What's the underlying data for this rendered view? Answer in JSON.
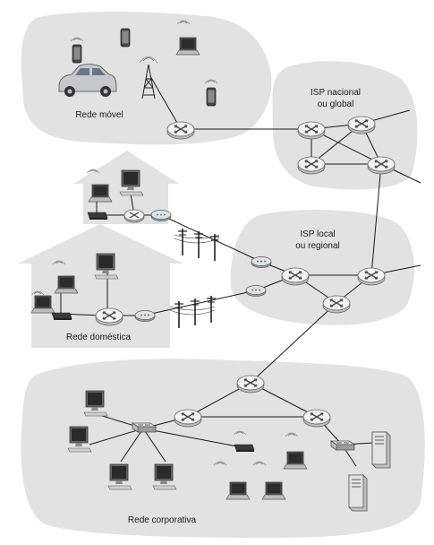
{
  "labels": {
    "mobile": "Rede móvel",
    "isp_national_1": "ISP nacional",
    "isp_national_2": "ou global",
    "isp_local_1": "ISP local",
    "isp_local_2": "ou regional",
    "home": "Rede doméstica",
    "corporate": "Rede corporativa"
  },
  "colors": {
    "cloud": "#e2e2e2",
    "house": "#e2e2e2",
    "router_fill": "#eeeeee",
    "router_stroke": "#555555",
    "link": "#1a1a1a",
    "car": "#c5c9ce"
  },
  "icons": {
    "router": "router-icon",
    "laptop": "laptop-icon",
    "desktop": "desktop-icon",
    "phone": "smartphone-icon",
    "tower": "cell-tower-icon",
    "car": "car-icon",
    "modem": "modem-icon",
    "switch": "switch-icon",
    "server": "server-icon",
    "utility_pole": "utility-pole-icon"
  }
}
